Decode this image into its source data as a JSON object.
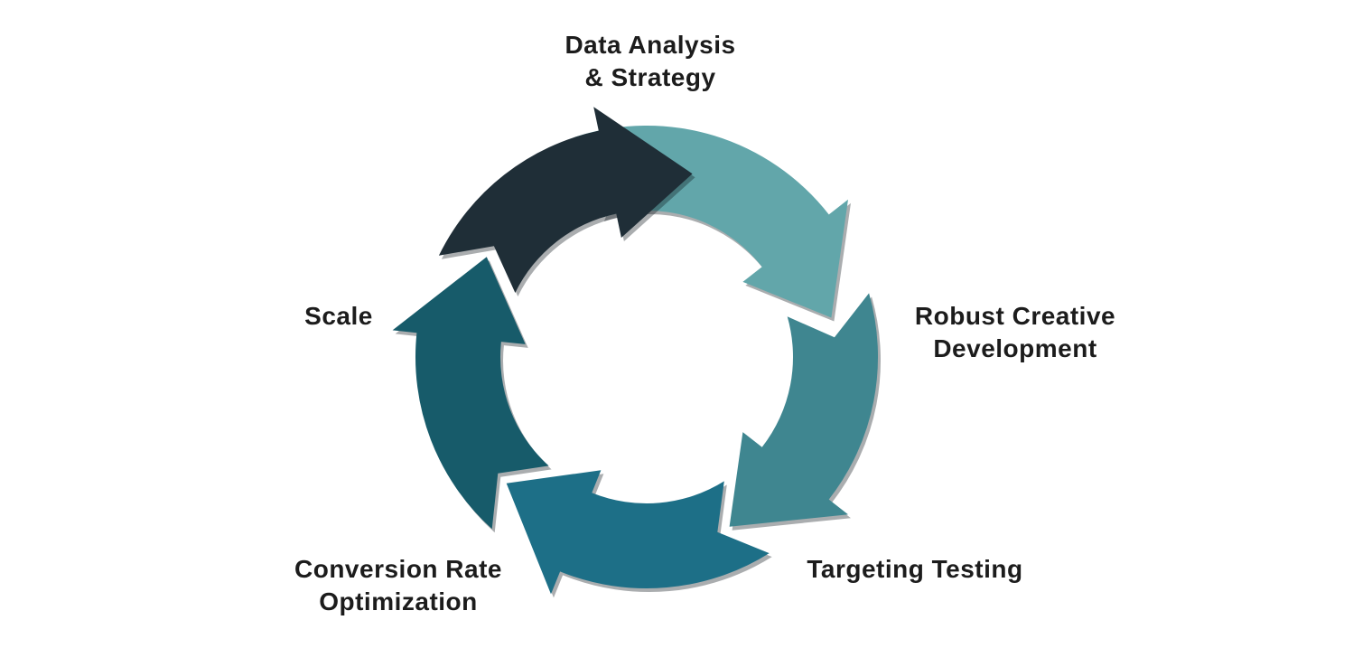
{
  "diagram": {
    "stages": [
      {
        "id": "data-analysis",
        "lines": [
          "Data Analysis",
          "& Strategy"
        ],
        "color": "#62a6aa"
      },
      {
        "id": "creative",
        "lines": [
          "Robust Creative",
          "Development"
        ],
        "color": "#3f8690"
      },
      {
        "id": "targeting",
        "lines": [
          "Targeting Testing"
        ],
        "color": "#1d6f87"
      },
      {
        "id": "cro",
        "lines": [
          "Conversion Rate",
          "Optimization"
        ],
        "color": "#175b6a"
      },
      {
        "id": "scale",
        "lines": [
          "Scale"
        ],
        "color": "#1f2e37"
      }
    ],
    "label_color": "#1c1c1c",
    "background": "#ffffff"
  }
}
